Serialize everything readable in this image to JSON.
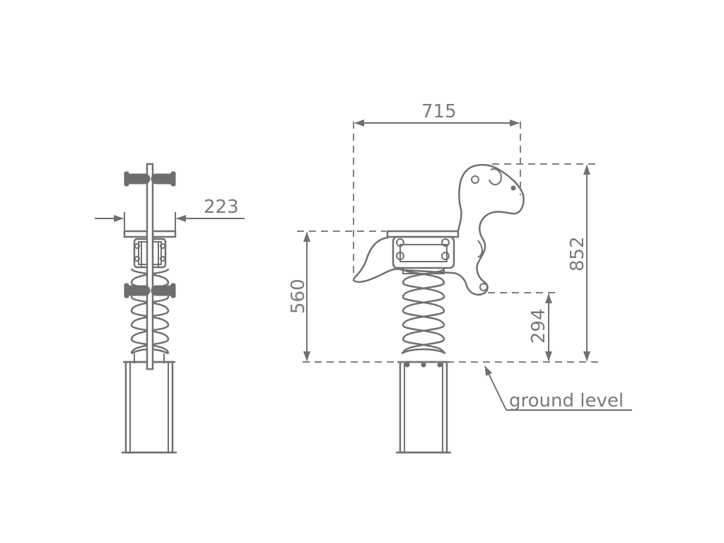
{
  "dimensions": {
    "side_width": "223",
    "overall_length": "715",
    "overall_height": "852",
    "seat_height": "560",
    "foot_height": "294"
  },
  "labels": {
    "ground_level": "ground level"
  },
  "colors": {
    "line": "#707070",
    "text": "#7a7a7a",
    "background": "#ffffff"
  }
}
